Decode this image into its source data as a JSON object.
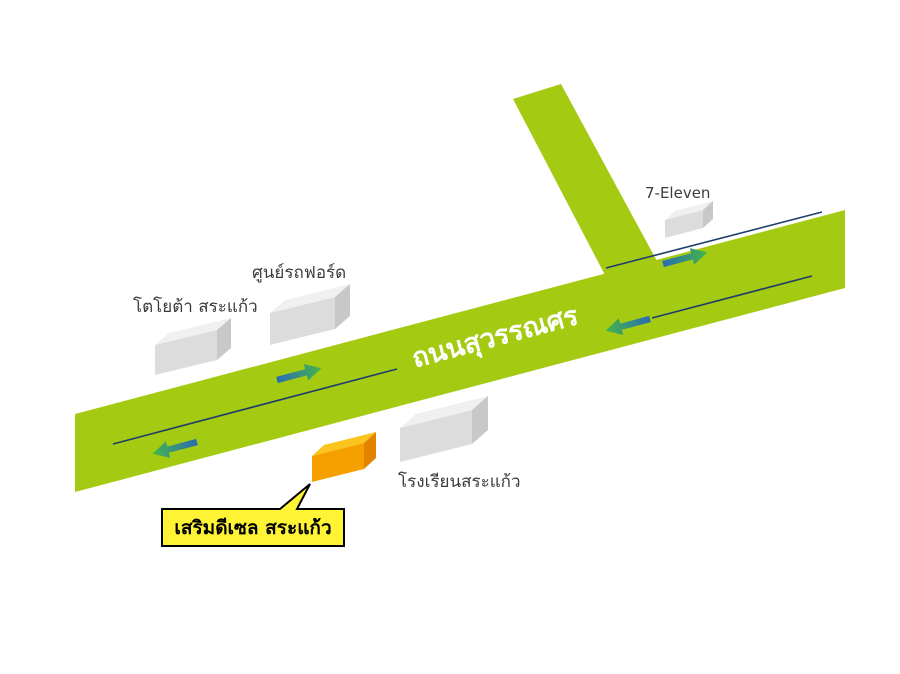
{
  "map": {
    "road": {
      "name": "ถนนสุวรรณศร"
    },
    "places": {
      "toyota": "โตโยต้า สระแก้ว",
      "ford": "ศูนย์รถฟอร์ด",
      "seven_eleven": "7-Eleven",
      "school": "โรงเรียนสระแก้ว"
    },
    "callout": {
      "label": "เสริมดีเซล สระแก้ว"
    },
    "colors": {
      "road": "#a5ca12",
      "arrow_start": "#2a6cb3",
      "arrow_end": "#43b649",
      "center_line": "#1d3d6d",
      "callout_bg": "#fff335",
      "highlight_front": "#f6a000",
      "highlight_top": "#fcc41e",
      "highlight_side": "#e28200"
    }
  }
}
